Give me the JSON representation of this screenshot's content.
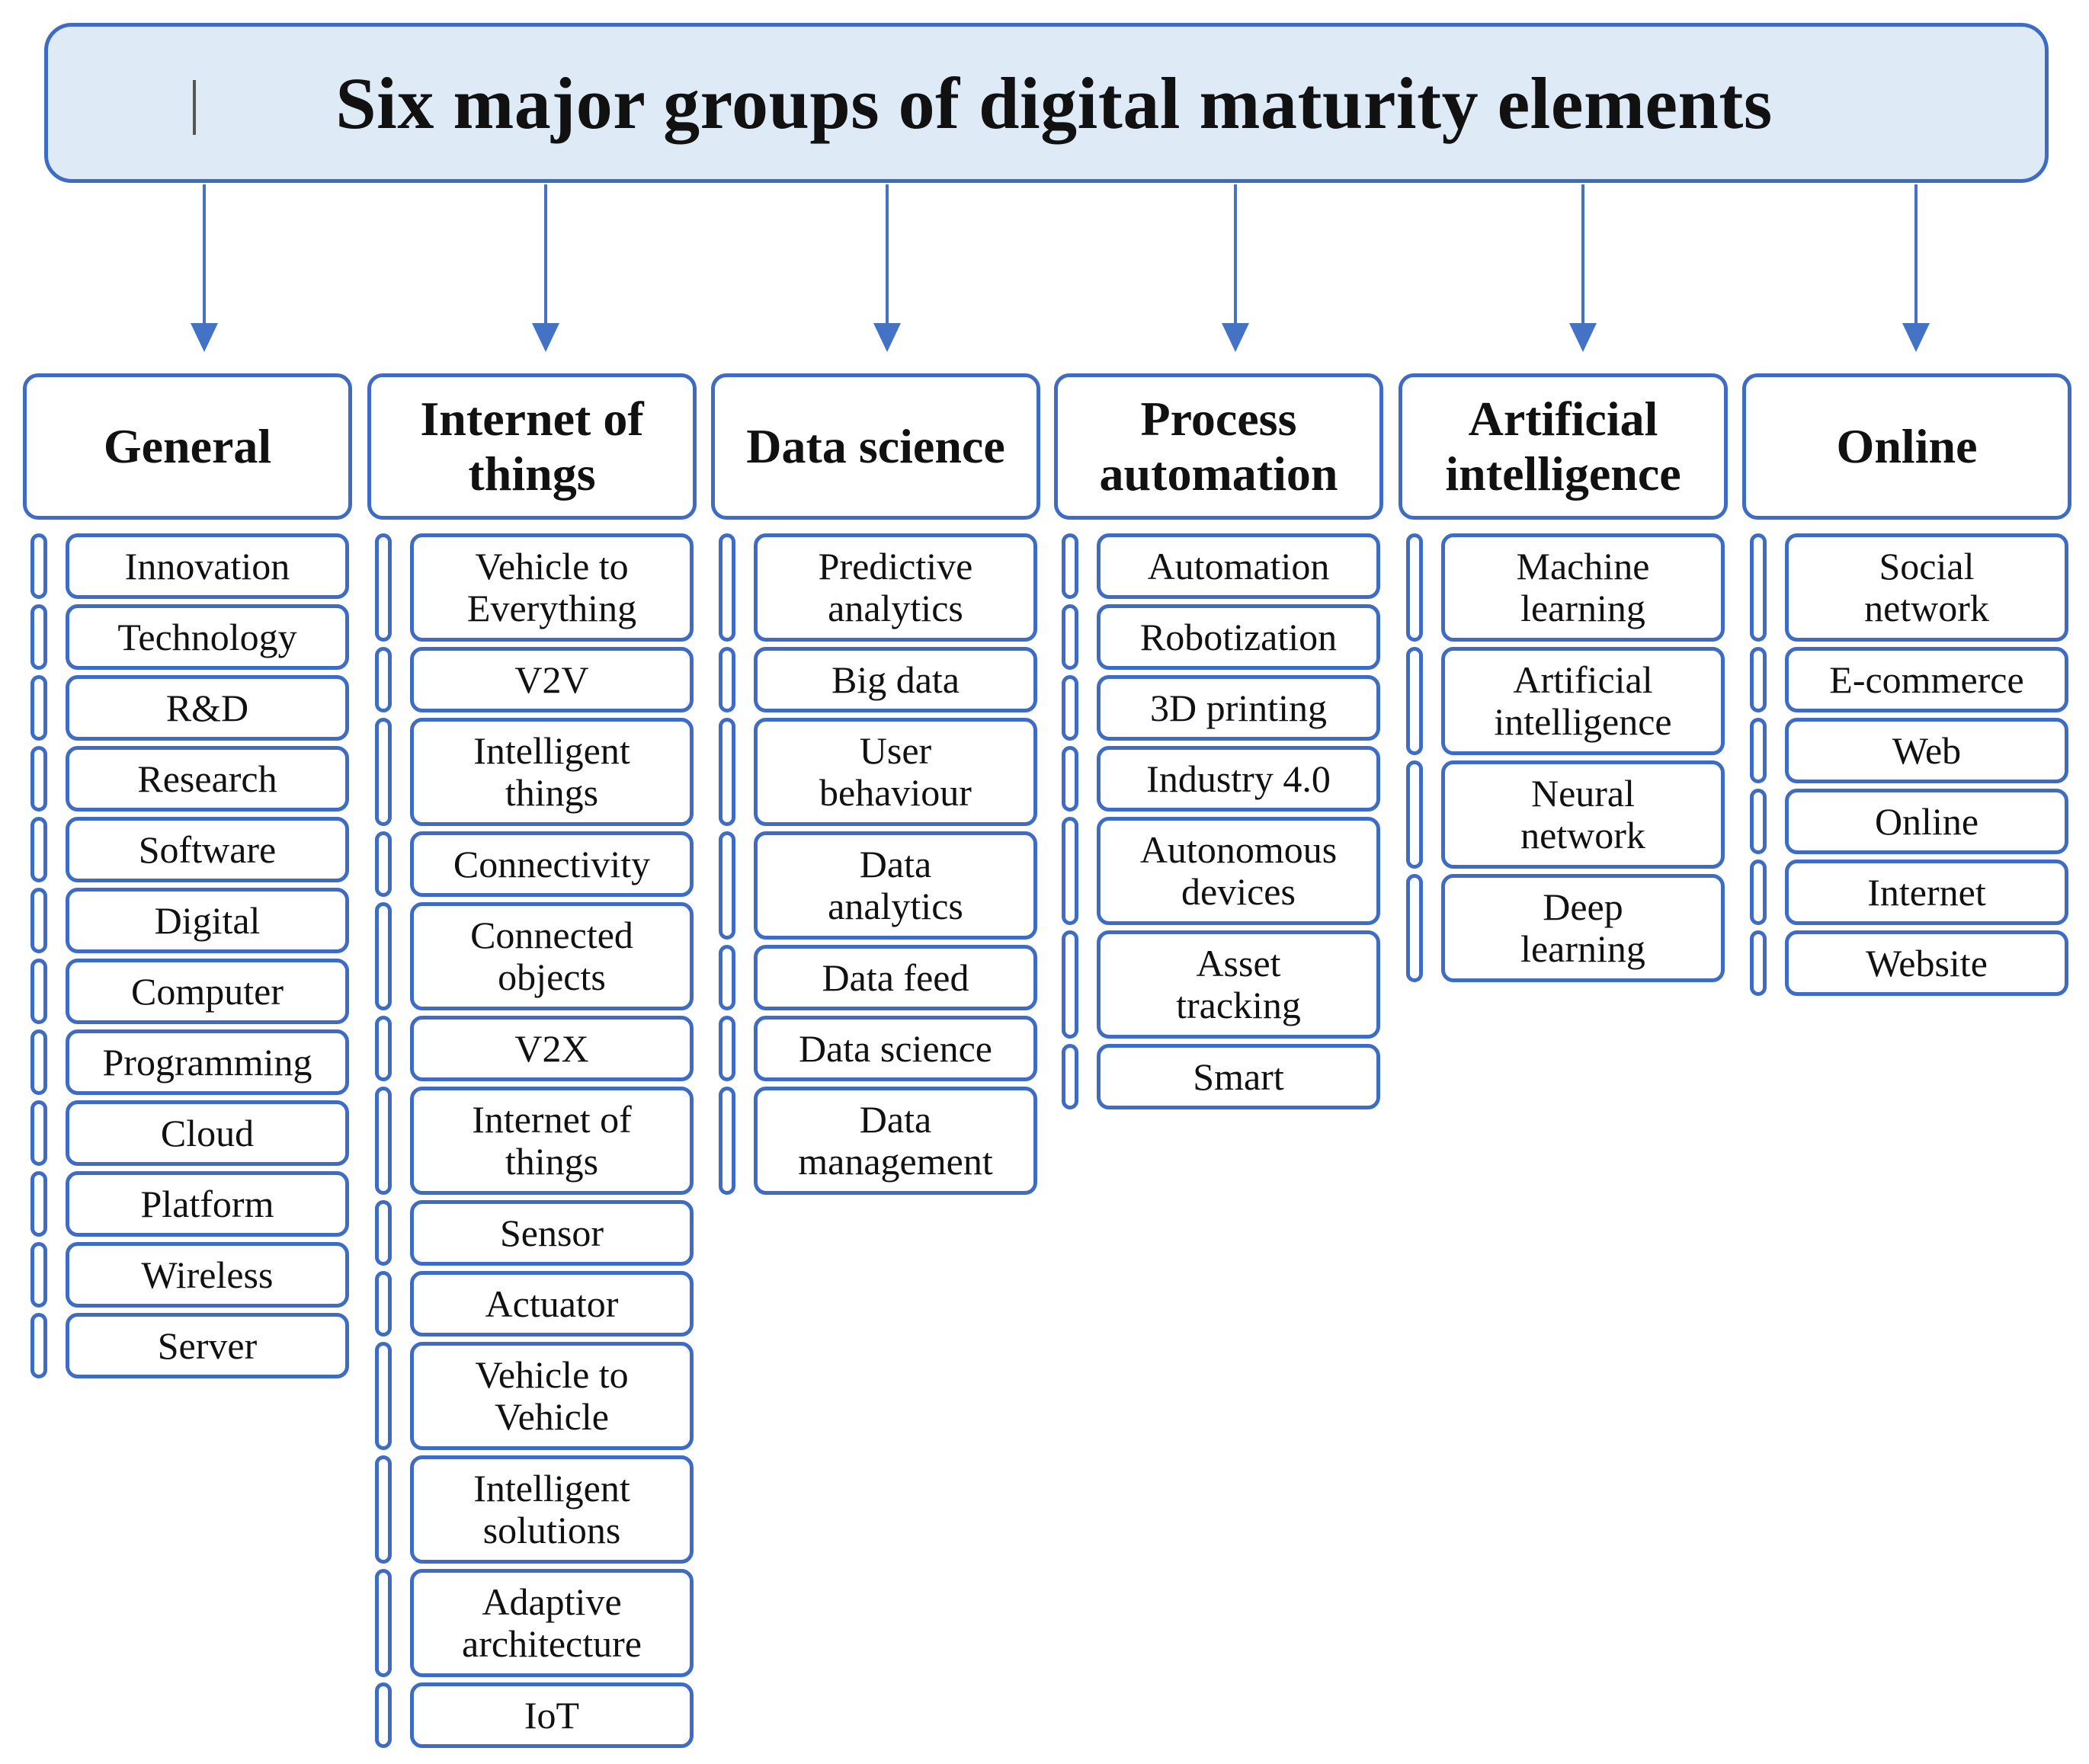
{
  "title": "Six major groups of digital maturity elements",
  "colors": {
    "border": "#3e6cc4",
    "title_fill": "#deebf7",
    "arrow": "#4472c4",
    "text": "#111111"
  },
  "groups": [
    {
      "name": "General",
      "items": [
        "Innovation",
        "Technology",
        "R&D",
        "Research",
        "Software",
        "Digital",
        "Computer",
        "Programming",
        "Cloud",
        "Platform",
        "Wireless",
        "Server"
      ]
    },
    {
      "name": "Internet of\nthings",
      "items": [
        "Vehicle to\nEverything",
        "V2V",
        "Intelligent\nthings",
        "Connectivity",
        "Connected\nobjects",
        "V2X",
        "Internet of\nthings",
        "Sensor",
        "Actuator",
        "Vehicle to\nVehicle",
        "Intelligent\nsolutions",
        "Adaptive\narchitecture",
        "IoT"
      ]
    },
    {
      "name": "Data science",
      "items": [
        "Predictive\nanalytics",
        "Big data",
        "User\nbehaviour",
        "Data\nanalytics",
        "Data feed",
        "Data science",
        "Data\nmanagement"
      ]
    },
    {
      "name": "Process\nautomation",
      "items": [
        "Automation",
        "Robotization",
        "3D printing",
        "Industry 4.0",
        "Autonomous\ndevices",
        "Asset\ntracking",
        "Smart"
      ]
    },
    {
      "name": "Artificial\nintelligence",
      "items": [
        "Machine\nlearning",
        "Artificial\nintelligence",
        "Neural\nnetwork",
        "Deep\nlearning"
      ]
    },
    {
      "name": "Online",
      "items": [
        "Social\nnetwork",
        "E-commerce",
        "Web",
        "Online",
        "Internet",
        "Website"
      ]
    }
  ]
}
